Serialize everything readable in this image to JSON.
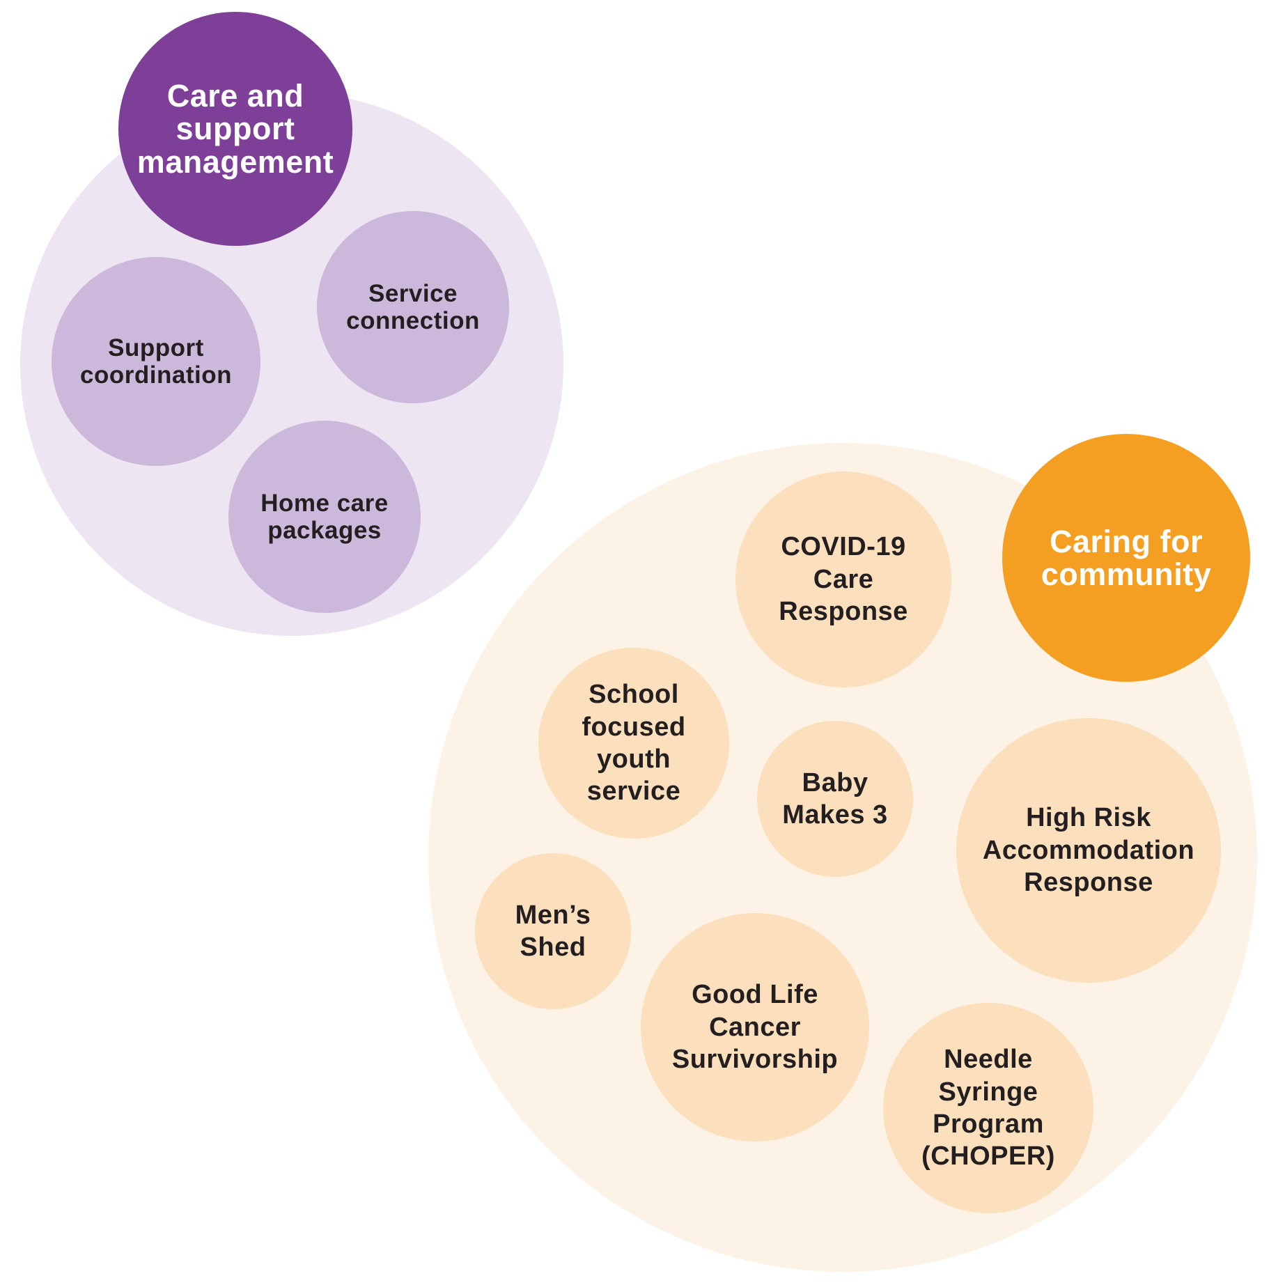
{
  "colors": {
    "purple_title": "#7d3f98",
    "purple_bg": "#ede5f2",
    "purple_item": "#cbb8da",
    "orange_title": "#f59f22",
    "orange_bg": "#fdf2e6",
    "orange_item": "#fcdfbc",
    "text_dark": "#231f20",
    "text_light": "#ffffff"
  },
  "groups": {
    "care_support": {
      "title": "Care and\nsupport\nmanagement",
      "items": {
        "support_coordination": "Support\ncoordination",
        "service_connection": "Service\nconnection",
        "home_care_packages": "Home care\npackages"
      }
    },
    "caring_community": {
      "title": "Caring for\ncommunity",
      "items": {
        "covid_response": "COVID-19\nCare\nResponse",
        "school_youth": "School\nfocused\nyouth\nservice",
        "baby_makes_3": "Baby\nMakes 3",
        "high_risk": "High Risk\nAccommodation\nResponse",
        "mens_shed": "Men’s\nShed",
        "good_life": "Good Life\nCancer\nSurvivorship",
        "needle_syringe": "Needle\nSyringe\nProgram\n(CHOPER)"
      }
    }
  }
}
